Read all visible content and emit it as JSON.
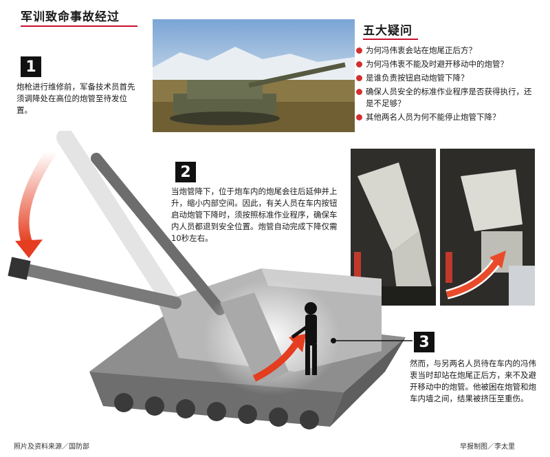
{
  "header": {
    "title": "军训致命事故经过",
    "questions_title": "五大疑问"
  },
  "steps": [
    {
      "number": "1",
      "text": "炮枪进行维修前，军备技术员首先须调降处在高位的炮管至待发位置。"
    },
    {
      "number": "2",
      "text": "当炮管降下，位于炮车内的炮尾会往后延伸并上升，缩小内部空间。因此，有关人员在车内按钮启动炮管下降时，须按照标准作业程序，确保车内人员都退到安全位置。炮管自动完成下降仅需10秒左右。"
    },
    {
      "number": "3",
      "text": "然而，与另两名人员待在车内的冯伟衷当时却站在炮尾正后方，来不及避开移动中的炮管。他被困在炮管和炮车内墙之间，结果被挤压至重伤。"
    }
  ],
  "questions": [
    "为何冯伟衷会站在炮尾正后方？",
    "为何冯伟衷不能及时避开移动中的炮管？",
    "是谁负责按钮启动炮管下降？",
    "确保人员安全的标准作业程序是否获得执行，还是不足够？",
    "其他两名人员为何不能停止炮管下降？"
  ],
  "footer": {
    "source": "照片及资料来源／国防部",
    "credit": "早报制图／李太里"
  },
  "colors": {
    "accent_red": "#c8102e",
    "bullet_red": "#d32f2f",
    "number_bg": "#111111"
  }
}
